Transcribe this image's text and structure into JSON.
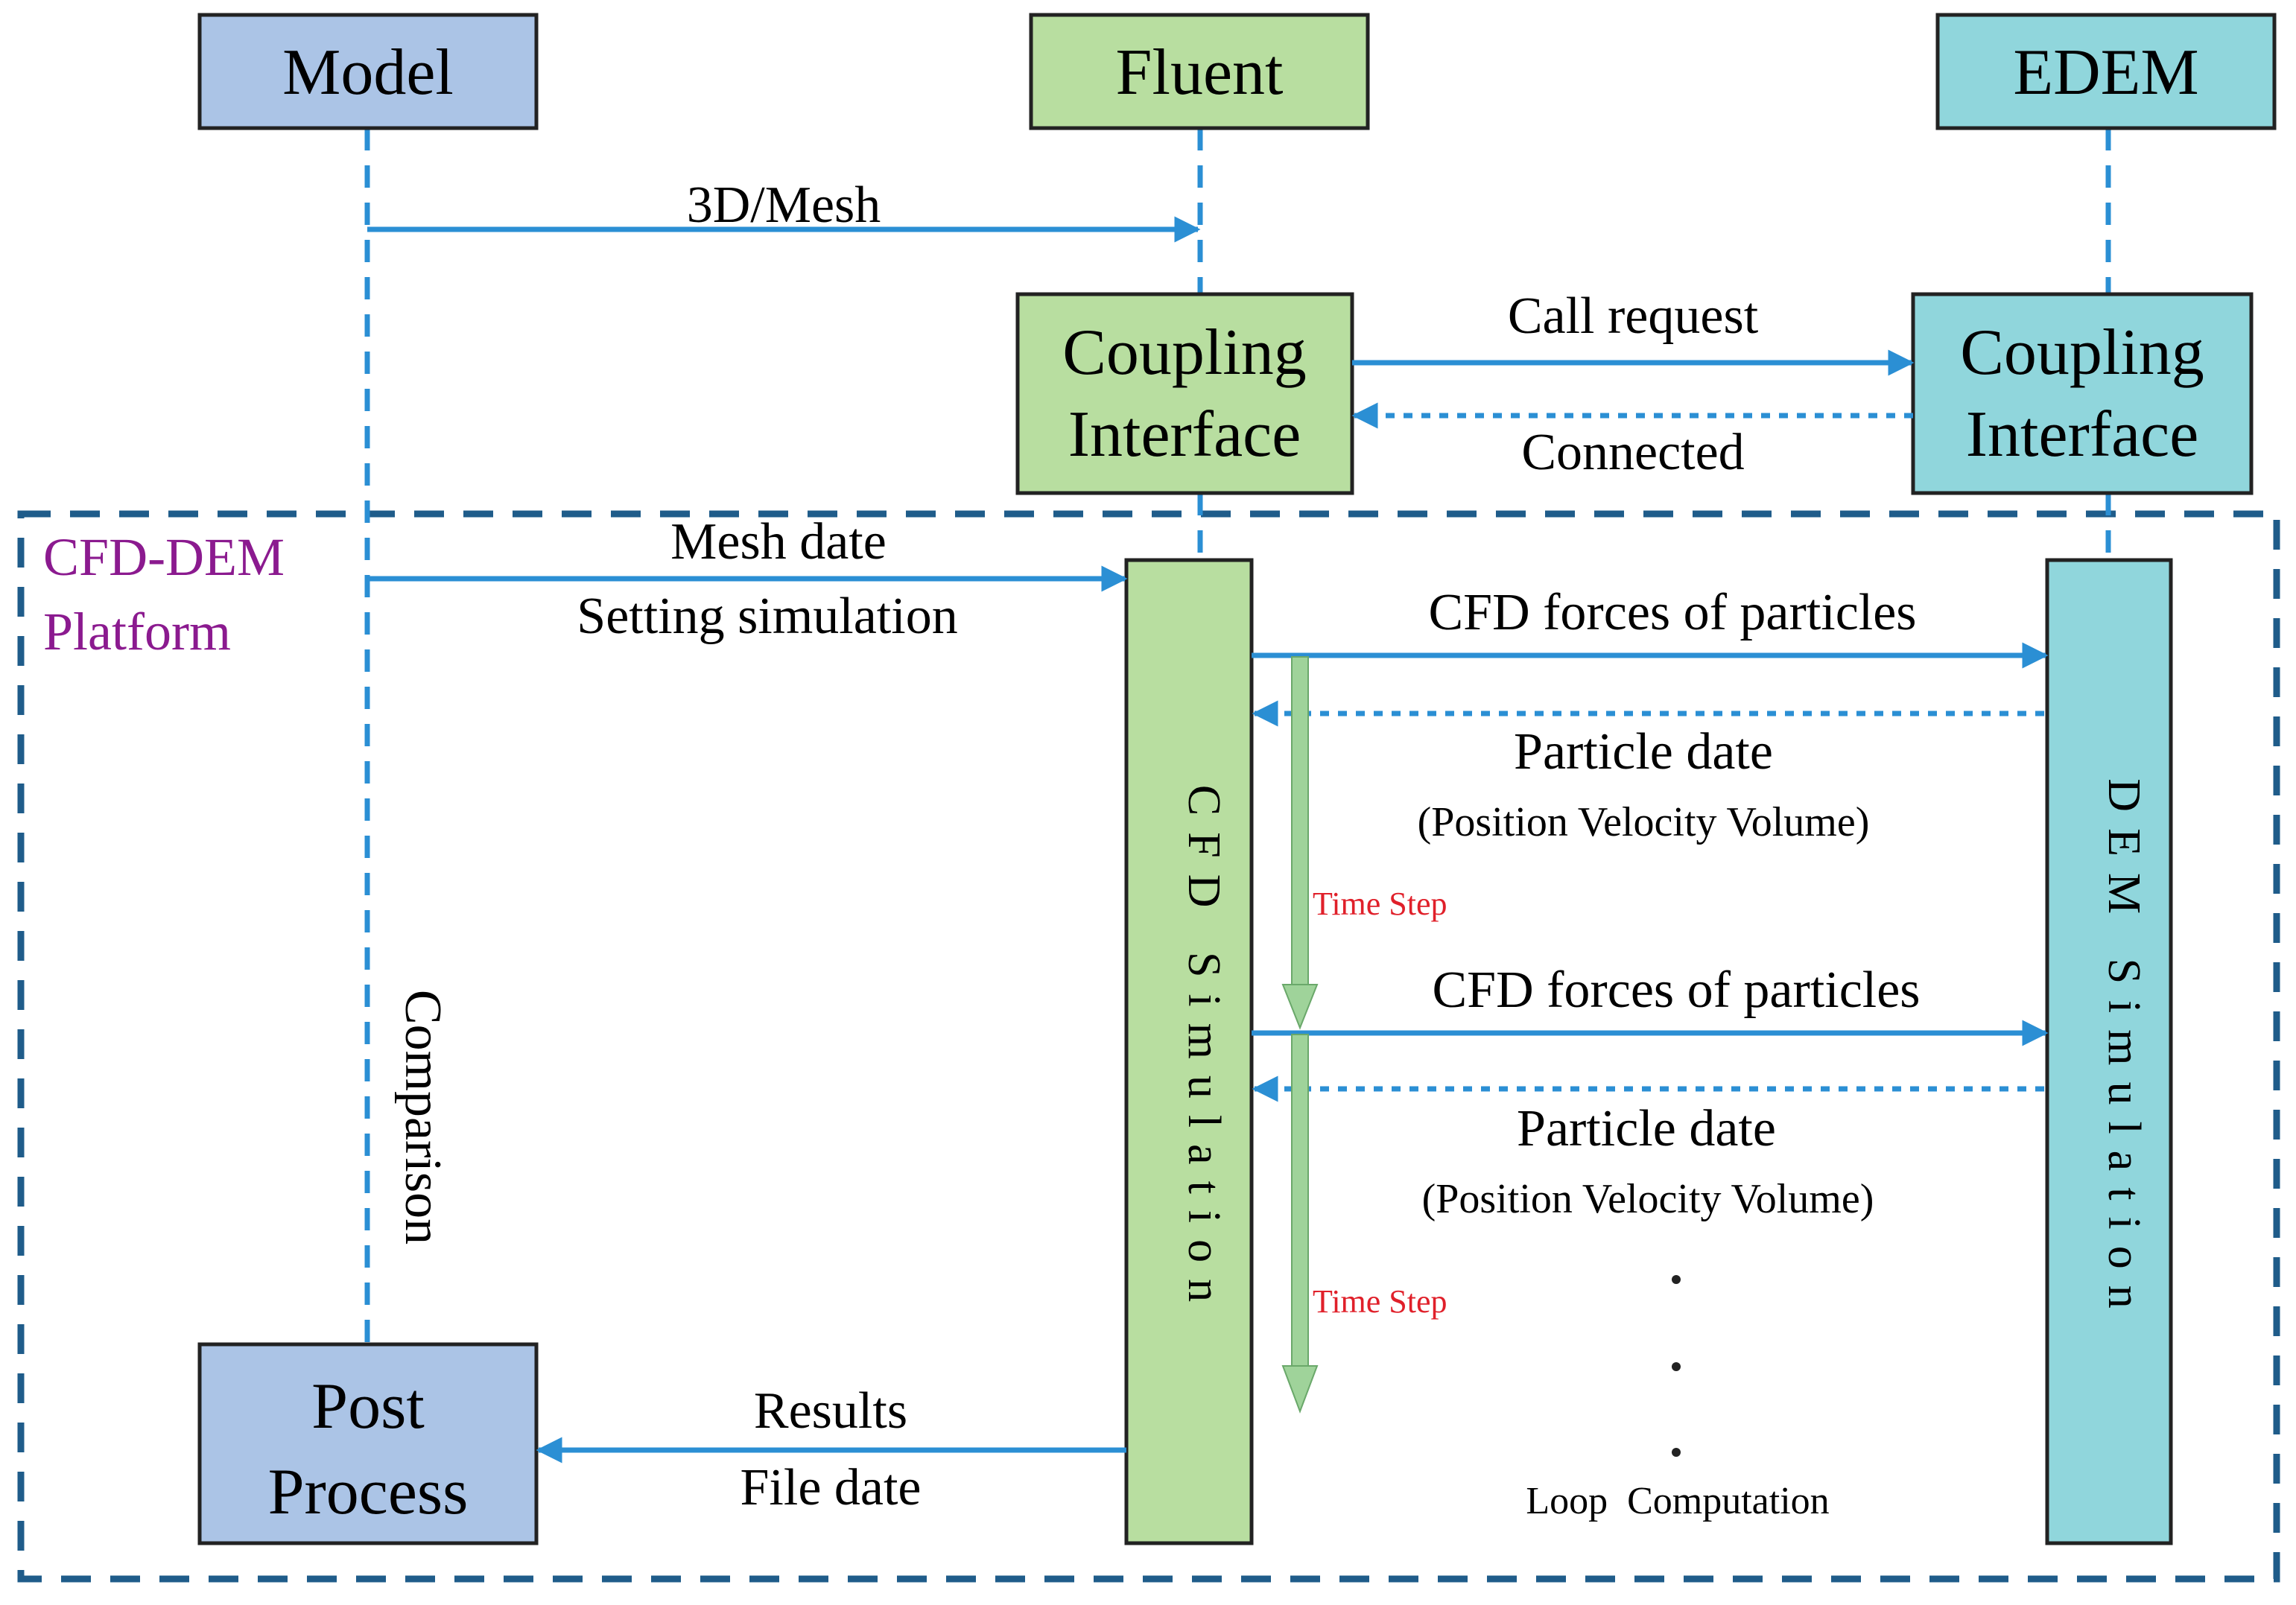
{
  "lanes": {
    "model": "Model",
    "fluent": "Fluent",
    "edem": "EDEM"
  },
  "coupling": {
    "fluent": [
      "Coupling",
      "Interface"
    ],
    "edem": [
      "Coupling",
      "Interface"
    ]
  },
  "platform_label": [
    "CFD-DEM",
    "Platform"
  ],
  "activations": {
    "cfd": "CFD Simulation",
    "dem": "DEM Simulation"
  },
  "post_process": [
    "Post",
    "Process"
  ],
  "messages": {
    "mesh_3d": "3D/Mesh",
    "call_request": "Call request",
    "connected": "Connected",
    "mesh_date": "Mesh date",
    "setting_simulation": "Setting simulation",
    "cfd_forces_1": "CFD forces of particles",
    "particle_date_1": "Particle date",
    "pvv_1": "(Position Velocity Volume)",
    "cfd_forces_2": "CFD forces of particles",
    "particle_date_2": "Particle date",
    "pvv_2": "(Position Velocity Volume)",
    "results": "Results",
    "file_date": "File date",
    "comparison": "Comparison",
    "time_step_1": "Time Step",
    "time_step_2": "Time Step",
    "loop_computation": "Loop  Computation"
  },
  "colors": {
    "model_fill": "#abc4e6",
    "fluent_fill": "#b8dea0",
    "edem_fill": "#90d6dc",
    "lifeline": "#2b8fd4",
    "arrow": "#2b8fd4",
    "platform_border": "#1f5c8a",
    "time_step_arrow": "#9fd39a",
    "time_step_text": "#e0202a",
    "platform_text": "#8b1a8f"
  }
}
